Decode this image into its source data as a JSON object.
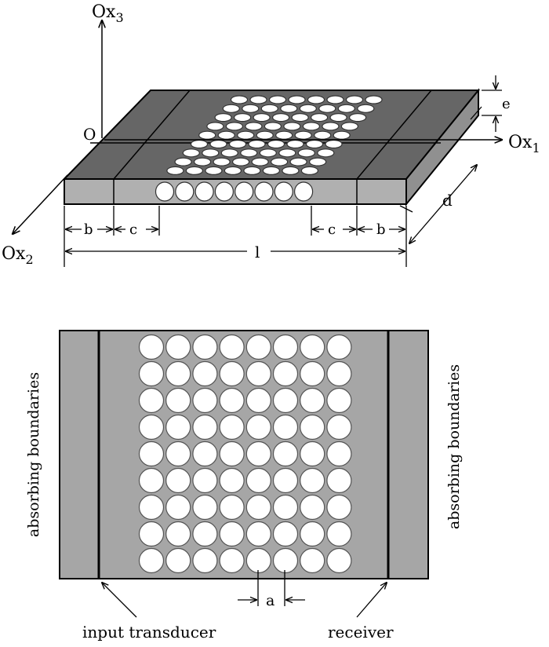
{
  "top_view": {
    "axis_x3": {
      "base": "Ox",
      "sub": "3"
    },
    "axis_x1": {
      "base": "Ox",
      "sub": "1"
    },
    "axis_x2": {
      "base": "Ox",
      "sub": "2"
    },
    "origin": "O",
    "dim_e": "e",
    "dim_d": "d",
    "dim_b": "b",
    "dim_c": "c",
    "dim_l": "l",
    "hole_rows": 9,
    "hole_cols": 8,
    "side_holes": 8
  },
  "bottom_view": {
    "left_label": "absorbing boundaries",
    "right_label": "absorbing boundaries",
    "dim_a": "a",
    "input_label": "input transducer",
    "receiver_label": "receiver",
    "hole_rows": 9,
    "hole_cols": 8
  },
  "colors": {
    "plate_top": "#666666",
    "plate_side": "#b0b0b0",
    "plate_end": "#909090",
    "panel_fill": "#a6a6a6",
    "holes": "#ffffff",
    "lines": "#000000"
  }
}
